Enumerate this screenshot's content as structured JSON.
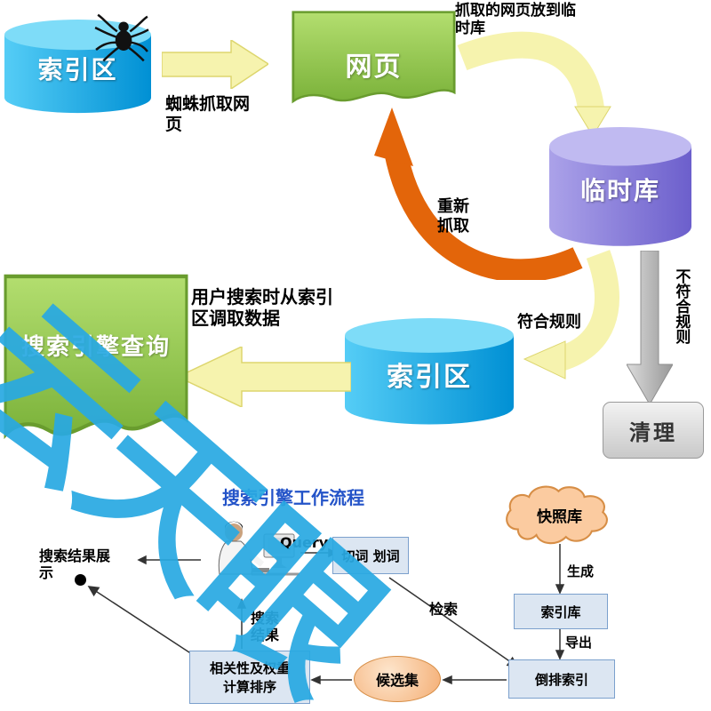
{
  "watermark": {
    "text": "云天眼",
    "color": "#29a9e2"
  },
  "colors": {
    "cyan_cylinder": "#00aeef",
    "purple_cylinder": "#7b6fd0",
    "green_page": "#8cc63f",
    "yellow_arrow": "#f3efa3",
    "orange_arrow": "#e3650a",
    "gray_arrow": "#b3b3b3",
    "peach_shape": "#f9c496",
    "blue_box": "#dce6f2",
    "title_blue": "#2353c8"
  },
  "icons": {
    "spider": "spider-icon",
    "user": "user-at-computer-icon"
  },
  "top_flow": {
    "index_db_top": "索引区",
    "webpage": "网页",
    "temp_db": "临时库",
    "index_db_center": "索引区",
    "query_page": "搜索引擎查询",
    "clean_box": "清理",
    "label_crawl": "蜘蛛抓取网页",
    "label_store": "抓取的网页放到临时库",
    "label_recrawl": "重新抓取",
    "label_match": "符合规则",
    "label_no_match": "不符合规则",
    "label_query_desc": "用户搜索时从索引区调取数据"
  },
  "bottom_flow": {
    "title": "搜索引擎工作流程",
    "query_label": "Query",
    "segment_box": "切词 划词",
    "snapshot_cloud": "快照库",
    "index_lib": "索引库",
    "inverted_index": "倒排索引",
    "candidate_set": "候选集",
    "ranking_box_line1": "相关性及权重",
    "ranking_box_line2": "计算排序",
    "label_retrieve": "检索",
    "label_generate": "生成",
    "label_export": "导出",
    "label_result": "搜索结果",
    "label_display": "搜索结果展示"
  }
}
